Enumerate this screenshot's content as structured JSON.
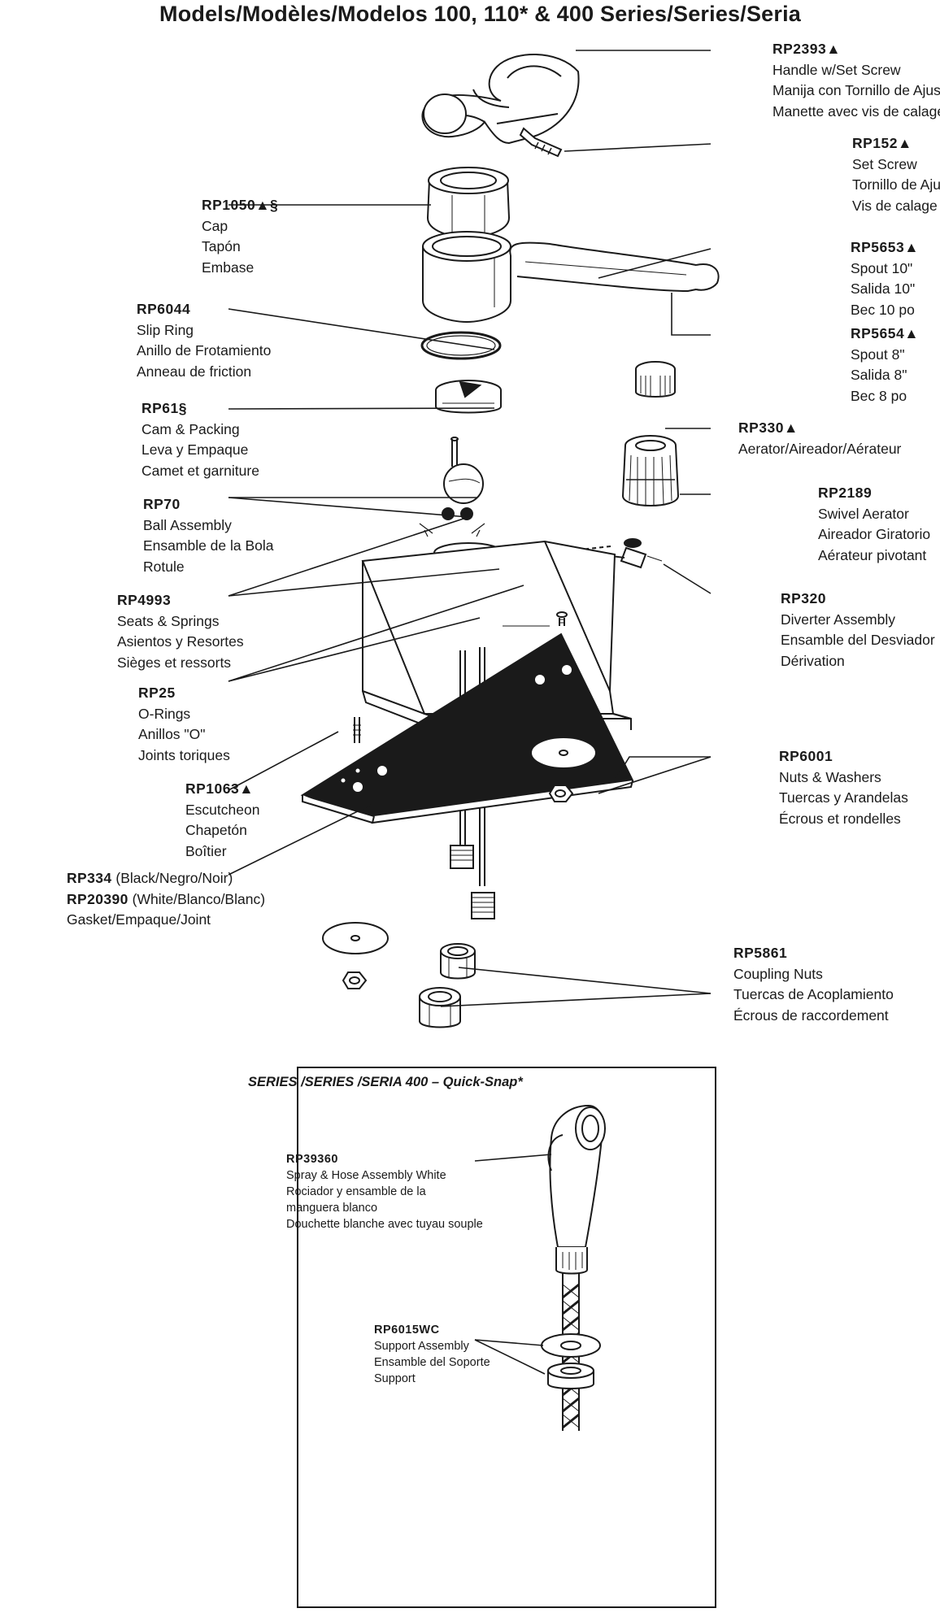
{
  "title": "Models/Modèles/Modelos 100, 110* & 400 Series/Series/Seria",
  "parts": [
    {
      "part": "RP2393▲",
      "lines": [
        "Handle w/Set Screw",
        "Manija con Tornillo de Ajuste",
        "Manette avec vis de calage"
      ]
    },
    {
      "part": "RP152▲",
      "lines": [
        "Set Screw",
        "Tornillo de Ajuste",
        "Vis de calage"
      ]
    },
    {
      "part": "RP5653▲",
      "lines": [
        "Spout 10\"",
        "Salida 10\"",
        "Bec 10 po"
      ]
    },
    {
      "part": "RP5654▲",
      "lines": [
        "Spout 8\"",
        "Salida 8\"",
        "Bec 8 po"
      ]
    },
    {
      "part": "RP330▲",
      "lines": [
        "Aerator/Aireador/Aérateur"
      ]
    },
    {
      "part": "RP2189",
      "lines": [
        "Swivel Aerator",
        "Aireador Giratorio",
        "Aérateur pivotant"
      ]
    },
    {
      "part": "RP320",
      "lines": [
        "Diverter Assembly",
        "Ensamble del Desviador",
        "Dérivation"
      ]
    },
    {
      "part": "RP6001",
      "lines": [
        "Nuts & Washers",
        "Tuercas y Arandelas",
        "Écrous et rondelles"
      ]
    },
    {
      "part": "RP5861",
      "lines": [
        "Coupling Nuts",
        "Tuercas de Acoplamiento",
        "Écrous de raccordement"
      ]
    },
    {
      "part": "RP1050▲§",
      "lines": [
        "Cap",
        "Tapón",
        "Embase"
      ]
    },
    {
      "part": "RP6044",
      "lines": [
        "Slip Ring",
        "Anillo de Frotamiento",
        "Anneau de friction"
      ]
    },
    {
      "part": "RP61§",
      "lines": [
        "Cam & Packing",
        "Leva y Empaque",
        "Camet et garniture"
      ]
    },
    {
      "part": "RP70",
      "lines": [
        "Ball Assembly",
        "Ensamble de la Bola",
        "Rotule"
      ]
    },
    {
      "part": "RP4993",
      "lines": [
        "Seats & Springs",
        "Asientos y Resortes",
        "Sièges et ressorts"
      ]
    },
    {
      "part": "RP25",
      "lines": [
        "O-Rings",
        "Anillos \"O\"",
        "Joints toriques"
      ]
    },
    {
      "part": "RP1063▲",
      "lines": [
        "Escutcheon",
        "Chapetón",
        "Boîtier"
      ]
    }
  ],
  "gasket": {
    "line1_part": "RP334",
    "line1_text": " (Black/Negro/Noir)",
    "line2_part": "RP20390",
    "line2_text": " (White/Blanco/Blanc)",
    "line3": "Gasket/Empaque/Joint"
  },
  "series400": {
    "title": "SERIES /SERIES /SERIA 400 – Quick-Snap*",
    "parts": [
      {
        "part": "RP39360",
        "lines": [
          "Spray & Hose Assembly White",
          "Rociador y ensamble de la",
          "manguera blanco",
          "Douchette blanche avec tuyau souple"
        ]
      },
      {
        "part": "RP6015WC",
        "lines": [
          "Support Assembly",
          "Ensamble del Soporte",
          "Support"
        ]
      }
    ]
  }
}
